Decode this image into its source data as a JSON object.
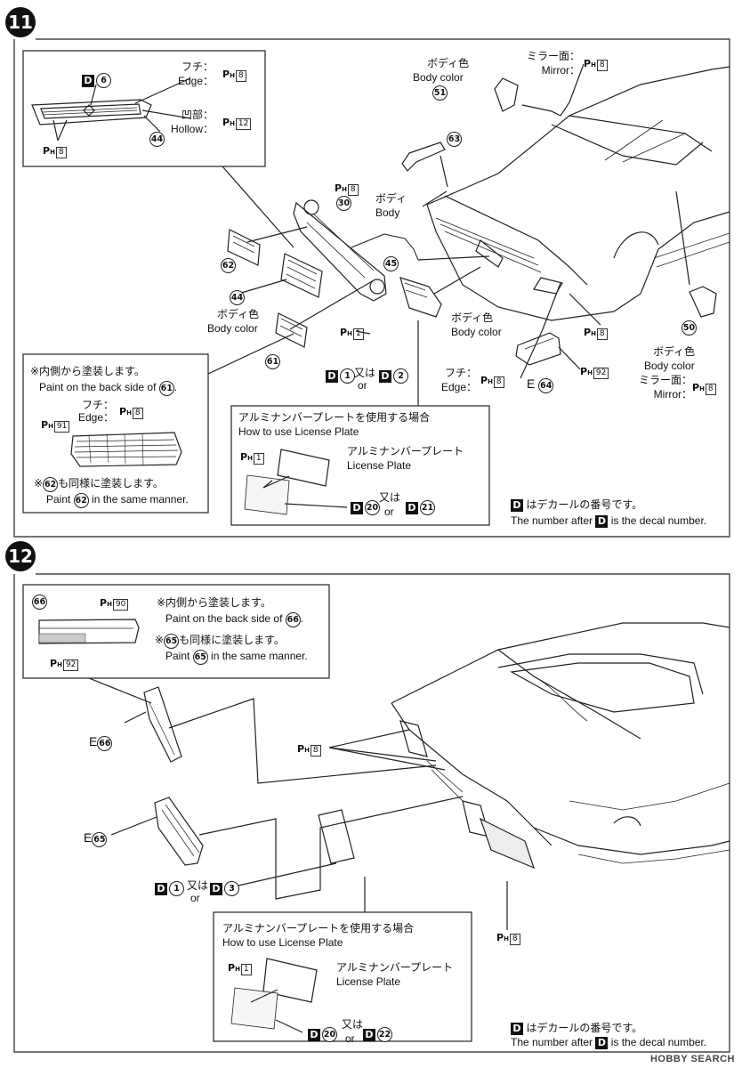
{
  "step11": {
    "badge": "11",
    "grille_detail": {
      "decal": "D",
      "decal_num": "6",
      "edge_jp": "フチ：",
      "edge_en": "Edge：",
      "edge_color": "8",
      "hollow_jp": "凹部：",
      "hollow_en": "Hollow：",
      "hollow_color": "12",
      "part": "44",
      "paint": "8"
    },
    "parts": {
      "p30": "30",
      "p30_paint": "8",
      "p62": "62",
      "p44": "44",
      "p61": "61",
      "p45": "45",
      "p63": "63",
      "p51": "51",
      "p50": "50",
      "p64": "64"
    },
    "body_color_jp": "ボディ色",
    "body_color_en": "Body color",
    "body_jp": "ボディ",
    "body_en": "Body",
    "mirror_jp": "ミラー面：",
    "mirror_en": "Mirror：",
    "mirror_color": "8",
    "p45_paint": "1",
    "p45_decal_a": "1",
    "p45_decal_b": "2",
    "or_jp": "又は",
    "or_en": "or",
    "body_paint": "8",
    "p64_prefix": "E",
    "p64_edge_jp": "フチ：",
    "p64_edge_en": "Edge：",
    "p64_edge_color": "8",
    "p64_paint": "92",
    "back_note": {
      "line1_jp": "※内側から塗装します。",
      "line1_en_a": "Paint on the back side of ",
      "line1_part": "61",
      "line1_en_b": ".",
      "edge_jp": "フチ：",
      "edge_en": "Edge：",
      "edge_color": "8",
      "fill_color": "91",
      "line2_jp_a": "※",
      "line2_part": "62",
      "line2_jp_b": "も同様に塗装します。",
      "line2_en_a": "Paint ",
      "line2_en_b": " in the same manner."
    },
    "license": {
      "title_jp": "アルミナンバープレートを使用する場合",
      "title_en": "How to use License Plate",
      "plate_jp": "アルミナンバープレート",
      "plate_en": "License Plate",
      "paint": "1",
      "decal_a": "20",
      "decal_b": "21",
      "or_jp": "又は",
      "or_en": "or"
    },
    "decal_note_jp": "はデカールの番号です。",
    "decal_note_en_a": "The number after ",
    "decal_note_en_b": " is the decal number."
  },
  "step12": {
    "badge": "12",
    "detail": {
      "part": "66",
      "paint_top": "90",
      "paint_bottom": "92",
      "line1_jp": "※内側から塗装します。",
      "line1_en_a": "Paint on the back side of ",
      "line1_part": "66",
      "line1_en_b": ".",
      "line2_jp_a": "※",
      "line2_part": "65",
      "line2_jp_b": "も同様に塗装します。",
      "line2_en_a": "Paint ",
      "line2_en_b": " in the same manner."
    },
    "p66_prefix": "E",
    "p66": "66",
    "p65_prefix": "E",
    "p65": "65",
    "light_paint": "8",
    "decal_a": "1",
    "decal_b": "3",
    "or_jp": "又は",
    "or_en": "or",
    "bumper_paint": "8",
    "license": {
      "title_jp": "アルミナンバープレートを使用する場合",
      "title_en": "How to use License Plate",
      "plate_jp": "アルミナンバープレート",
      "plate_en": "License Plate",
      "paint": "1",
      "decal_a": "20",
      "decal_b": "22",
      "or_jp": "又は",
      "or_en": "or"
    },
    "decal_note_jp": "はデカールの番号です。",
    "decal_note_en_a": "The number after ",
    "decal_note_en_b": " is the decal number."
  },
  "labels": {
    "d": "D",
    "ph": "P",
    "ph_sub": "H"
  },
  "watermark": "HOBBY SEARCH"
}
